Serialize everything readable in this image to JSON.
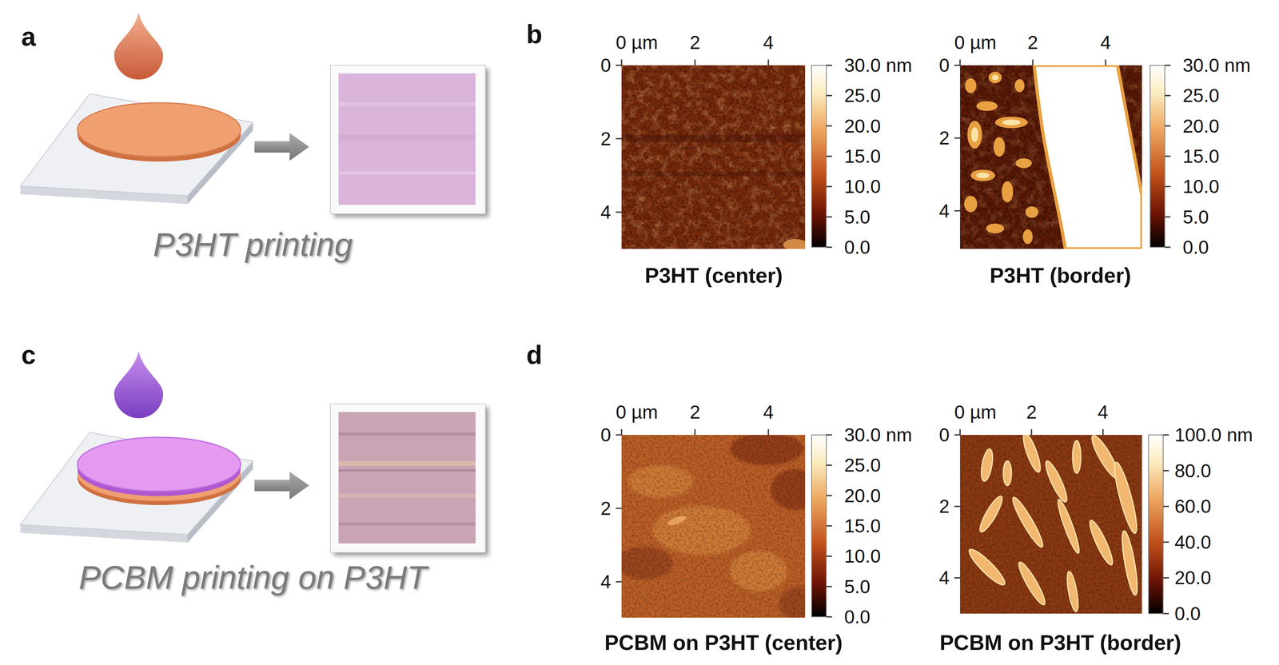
{
  "diagram": {
    "labels": [
      "a",
      "P3HT printing",
      "b",
      "0 µm",
      "2",
      "4",
      "0",
      "2",
      "4",
      "30.0 nm",
      "25.0",
      "20.0",
      "15.0",
      "10.0",
      "5.0",
      "0.0",
      "P3HT (center)",
      "0 µm",
      "2",
      "4",
      "0",
      "2",
      "4",
      "30.0 nm",
      "25.0",
      "20.0",
      "15.0",
      "10.0",
      "5.0",
      "0.0",
      "P3HT (border)",
      "c",
      "PCBM printing on P3HT",
      "d",
      "0 µm",
      "2",
      "4",
      "0",
      "2",
      "4",
      "30.0 nm",
      "25.0",
      "20.0",
      "15.0",
      "10.0",
      "5.0",
      "0.0",
      "PCBM on P3HT (center)",
      "0 µm",
      "2",
      "4",
      "0",
      "2",
      "4",
      "100.0 nm",
      "80.0",
      "60.0",
      "40.0",
      "20.0",
      "0.0",
      "PCBM on P3HT (border)"
    ]
  }
}
